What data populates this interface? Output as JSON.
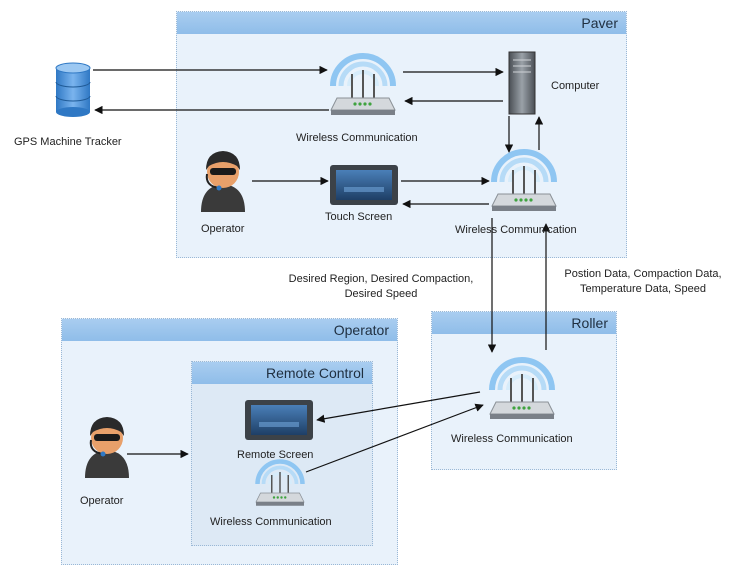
{
  "groups": {
    "paver": "Paver",
    "operator": "Operator",
    "roller": "Roller",
    "remote_control": "Remote Control"
  },
  "labels": {
    "gps": "GPS Machine Tracker",
    "paver_wireless_top": "Wireless Communication",
    "computer": "Computer",
    "operator_paver": "Operator",
    "touch_screen": "Touch Screen",
    "paver_wireless_right": "Wireless Communication",
    "roller_wireless": "Wireless Communication",
    "operator_remote": "Operator",
    "remote_screen": "Remote Screen",
    "remote_wireless": "Wireless Communication"
  },
  "notes": {
    "down_line1": "Desired Region, Desired Compaction,",
    "down_line2": "Desired Speed",
    "up_line1": "Postion Data, Compaction Data,",
    "up_line2": "Temperature Data, Speed"
  }
}
